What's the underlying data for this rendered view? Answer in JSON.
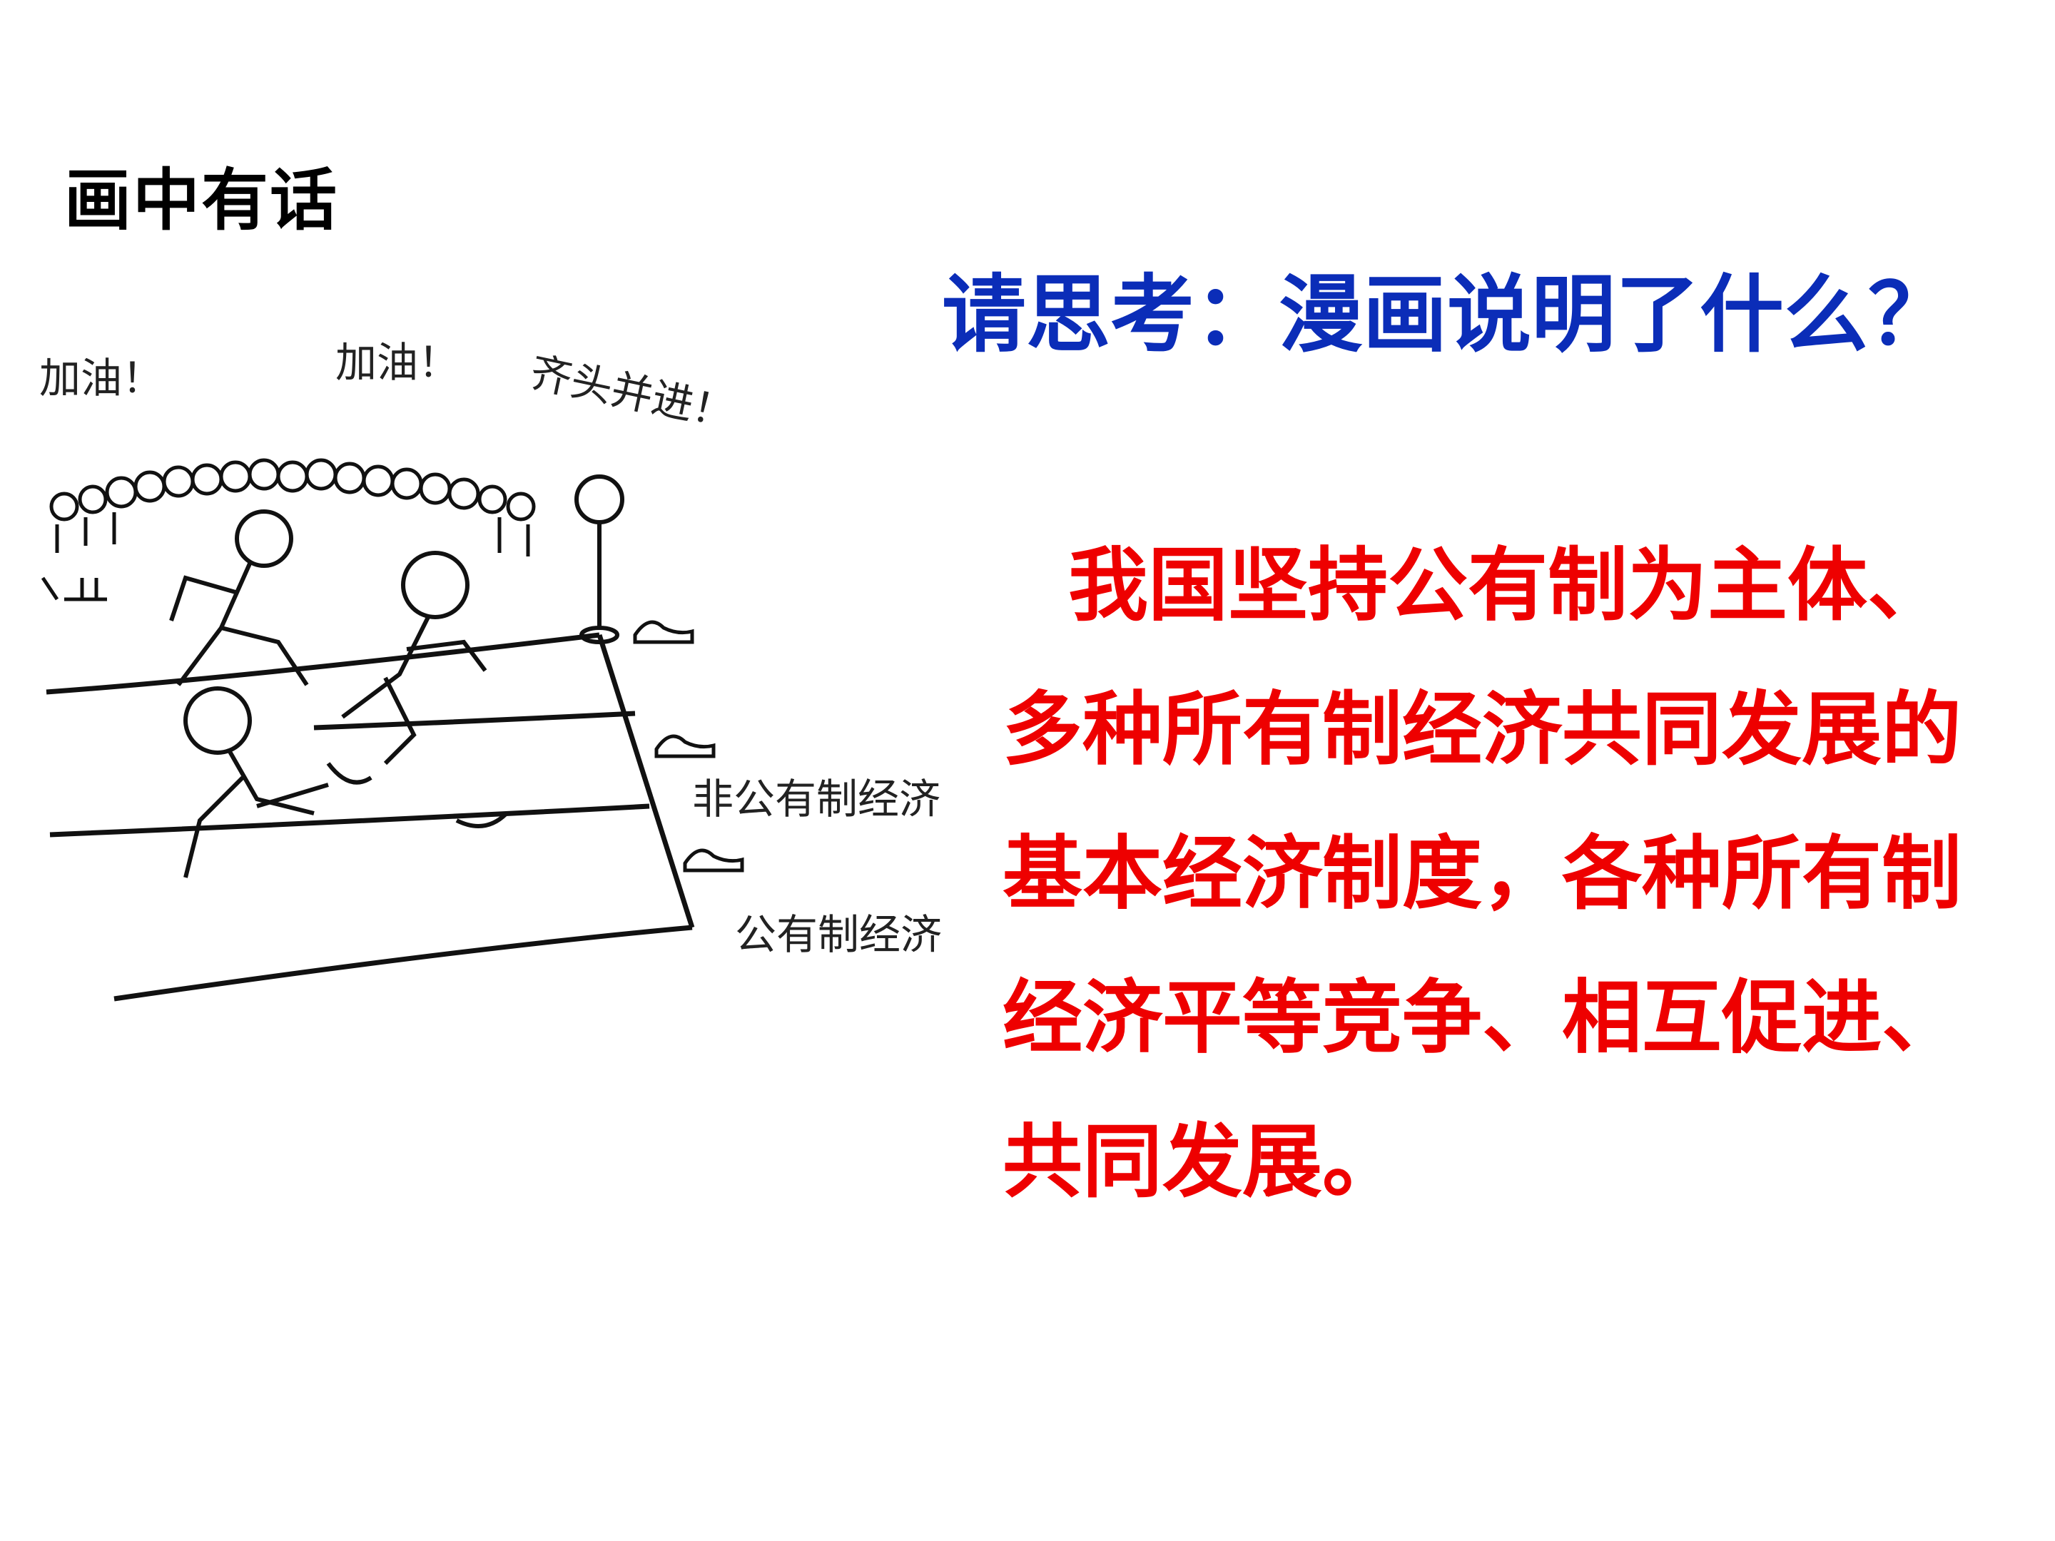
{
  "slide": {
    "title": "画中有话",
    "question": "请思考：漫画说明了什么？",
    "answer_lines": [
      "我国坚持公有制为主体、",
      "多种所有制经济共同发展的",
      "基本经济制度，各种所有制",
      "经济平等竞争、相互促进、",
      "共同发展。"
    ]
  },
  "cartoon": {
    "cheer_left": "加油！",
    "cheer_middle": "加油！",
    "cheer_right": "齐头并进！",
    "lane_upper": "非公有制经济",
    "lane_lower": "公有制经济"
  },
  "colors": {
    "question": "#0b2db8",
    "answer": "#ee0000",
    "title": "#000000"
  }
}
